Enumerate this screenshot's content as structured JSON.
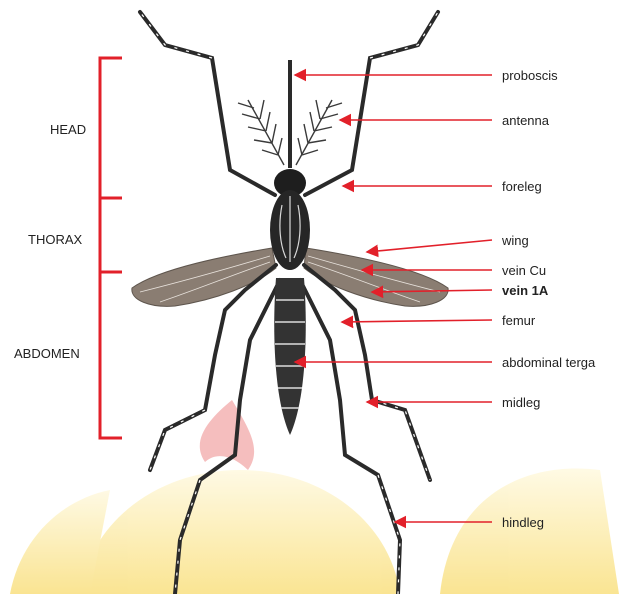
{
  "regions": {
    "head": "HEAD",
    "thorax": "THORAX",
    "abdomen": "ABDOMEN"
  },
  "labels": {
    "proboscis": "proboscis",
    "antenna": "antenna",
    "foreleg": "foreleg",
    "wing": "wing",
    "vein_cu": "vein Cu",
    "vein_1a": "vein 1A",
    "femur": "femur",
    "abdominal_terga": "abdominal terga",
    "midleg": "midleg",
    "hindleg": "hindleg"
  },
  "colors": {
    "bracket": "#e2202a",
    "arrow": "#e2202a",
    "body": "#2a2a2a",
    "wing": "#8a7d72",
    "watermark": "#f3c418"
  }
}
